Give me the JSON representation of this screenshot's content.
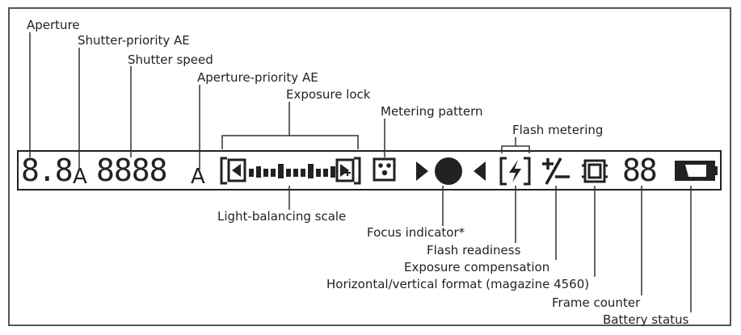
{
  "labels": {
    "aperture": "Aperture",
    "shutter_priority": "Shutter-priority AE",
    "shutter_speed": "Shutter speed",
    "aperture_priority": "Aperture-priority AE",
    "exposure_lock": "Exposure lock",
    "metering_pattern": "Metering pattern",
    "flash_metering": "Flash metering",
    "light_balancing": "Light-balancing scale",
    "focus_indicator": "Focus indicator*",
    "flash_readiness": "Flash readiness",
    "exposure_compensation": "Exposure compensation",
    "format": "Horizontal/vertical format (magazine 4560)",
    "frame_counter": "Frame counter",
    "battery_status": "Battery status"
  },
  "display": {
    "aperture_value": "8.8",
    "mode_a1": "A",
    "shutter_value": "8888",
    "mode_a2": "A",
    "frame_value": "88",
    "plus_minus": "+/-"
  }
}
